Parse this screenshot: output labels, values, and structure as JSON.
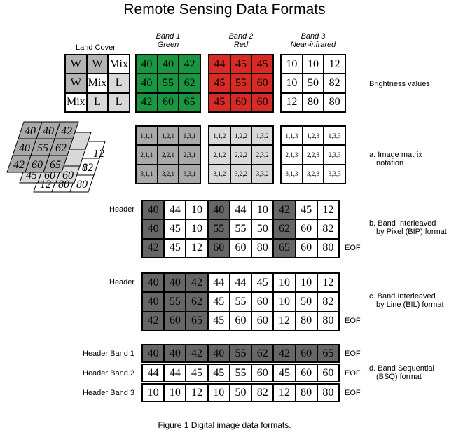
{
  "title": "Remote Sensing Data Formats",
  "caption": "Figure 1  Digital image data formats.",
  "land_cover": {
    "label": "Land Cover",
    "cells": [
      "W",
      "W",
      "Mix",
      "W",
      "Mix",
      "L",
      "Mix",
      "L",
      "L"
    ],
    "shades": [
      "#b4b4b4",
      "#b4b4b4",
      "#ffffff",
      "#b4b4b4",
      "#ffffff",
      "#d9d9d9",
      "#ffffff",
      "#d9d9d9",
      "#d9d9d9"
    ]
  },
  "bands": [
    {
      "name": "Band 1",
      "sub": "Green",
      "color": "#1a9640",
      "values": [
        "40",
        "40",
        "42",
        "40",
        "55",
        "62",
        "42",
        "60",
        "65"
      ]
    },
    {
      "name": "Band 2",
      "sub": "Red",
      "color": "#d92b26",
      "values": [
        "44",
        "45",
        "45",
        "45",
        "55",
        "60",
        "45",
        "60",
        "60"
      ]
    },
    {
      "name": "Band 3",
      "sub": "Near-infrared",
      "color": "#ffffff",
      "values": [
        "10",
        "10",
        "12",
        "10",
        "50",
        "82",
        "12",
        "80",
        "80"
      ]
    }
  ],
  "matrix_notation": [
    {
      "color": "#a9a9a9",
      "values": [
        "1,1,1",
        "1,2,1",
        "1,3,1",
        "2,1,1",
        "2,2,1",
        "2,3,1",
        "3,1,1",
        "3,2,1",
        "3,3,1"
      ]
    },
    {
      "color": "#d9d9d9",
      "values": [
        "1,1,2",
        "1,2,2",
        "1,3,2",
        "2,1,2",
        "2,2,2",
        "2,3,2",
        "3,1,2",
        "3,2,2",
        "3,3,2"
      ]
    },
    {
      "color": "#ffffff",
      "values": [
        "1,1,3",
        "1,2,3",
        "1,3,3",
        "2,1,3",
        "2,2,3",
        "2,3,3",
        "3,1,3",
        "3,2,3",
        "3,3,3"
      ]
    }
  ],
  "stack": {
    "band1": [
      "40",
      "40",
      "42",
      "40",
      "55",
      "62",
      "42",
      "60",
      "65"
    ],
    "band2": [
      "45",
      "60",
      "60"
    ],
    "band3": [
      "12",
      "82",
      "80",
      "12",
      "80",
      "80"
    ]
  },
  "labels": {
    "brightness": "Brightness values",
    "matrix_a": "a. Image matrix",
    "matrix_a2": "notation",
    "bip_b": "b. Band Interleaved",
    "bip_b2": "by Pixel (BIP) format",
    "bil_c": "c. Band Interleaved",
    "bil_c2": "by Line (BIL) format",
    "bsq_d": "d. Band Sequential",
    "bsq_d2": "(BSQ) format",
    "header": "Header",
    "eof": "EOF",
    "header_band1": "Header Band 1",
    "header_band2": "Header Band 2",
    "header_band3": "Header Band 3"
  },
  "bip": {
    "values": [
      "40",
      "44",
      "10",
      "40",
      "44",
      "10",
      "42",
      "45",
      "12",
      "40",
      "45",
      "10",
      "55",
      "55",
      "50",
      "62",
      "60",
      "82",
      "42",
      "45",
      "12",
      "60",
      "60",
      "80",
      "65",
      "60",
      "80"
    ],
    "dark_cols": [
      0,
      3,
      6
    ]
  },
  "bil": {
    "values": [
      "40",
      "40",
      "42",
      "44",
      "44",
      "45",
      "10",
      "10",
      "12",
      "40",
      "55",
      "62",
      "45",
      "55",
      "60",
      "10",
      "50",
      "82",
      "42",
      "60",
      "65",
      "45",
      "60",
      "60",
      "12",
      "80",
      "80"
    ],
    "dark_cols": [
      0,
      1,
      2
    ]
  },
  "bsq": {
    "row1": [
      "40",
      "40",
      "42",
      "40",
      "55",
      "62",
      "42",
      "60",
      "65"
    ],
    "row2": [
      "44",
      "44",
      "45",
      "45",
      "55",
      "60",
      "45",
      "60",
      "60"
    ],
    "row3": [
      "10",
      "10",
      "12",
      "10",
      "50",
      "82",
      "12",
      "80",
      "80"
    ]
  },
  "colors": {
    "dark": "#666666",
    "grid_line": "#000000"
  }
}
